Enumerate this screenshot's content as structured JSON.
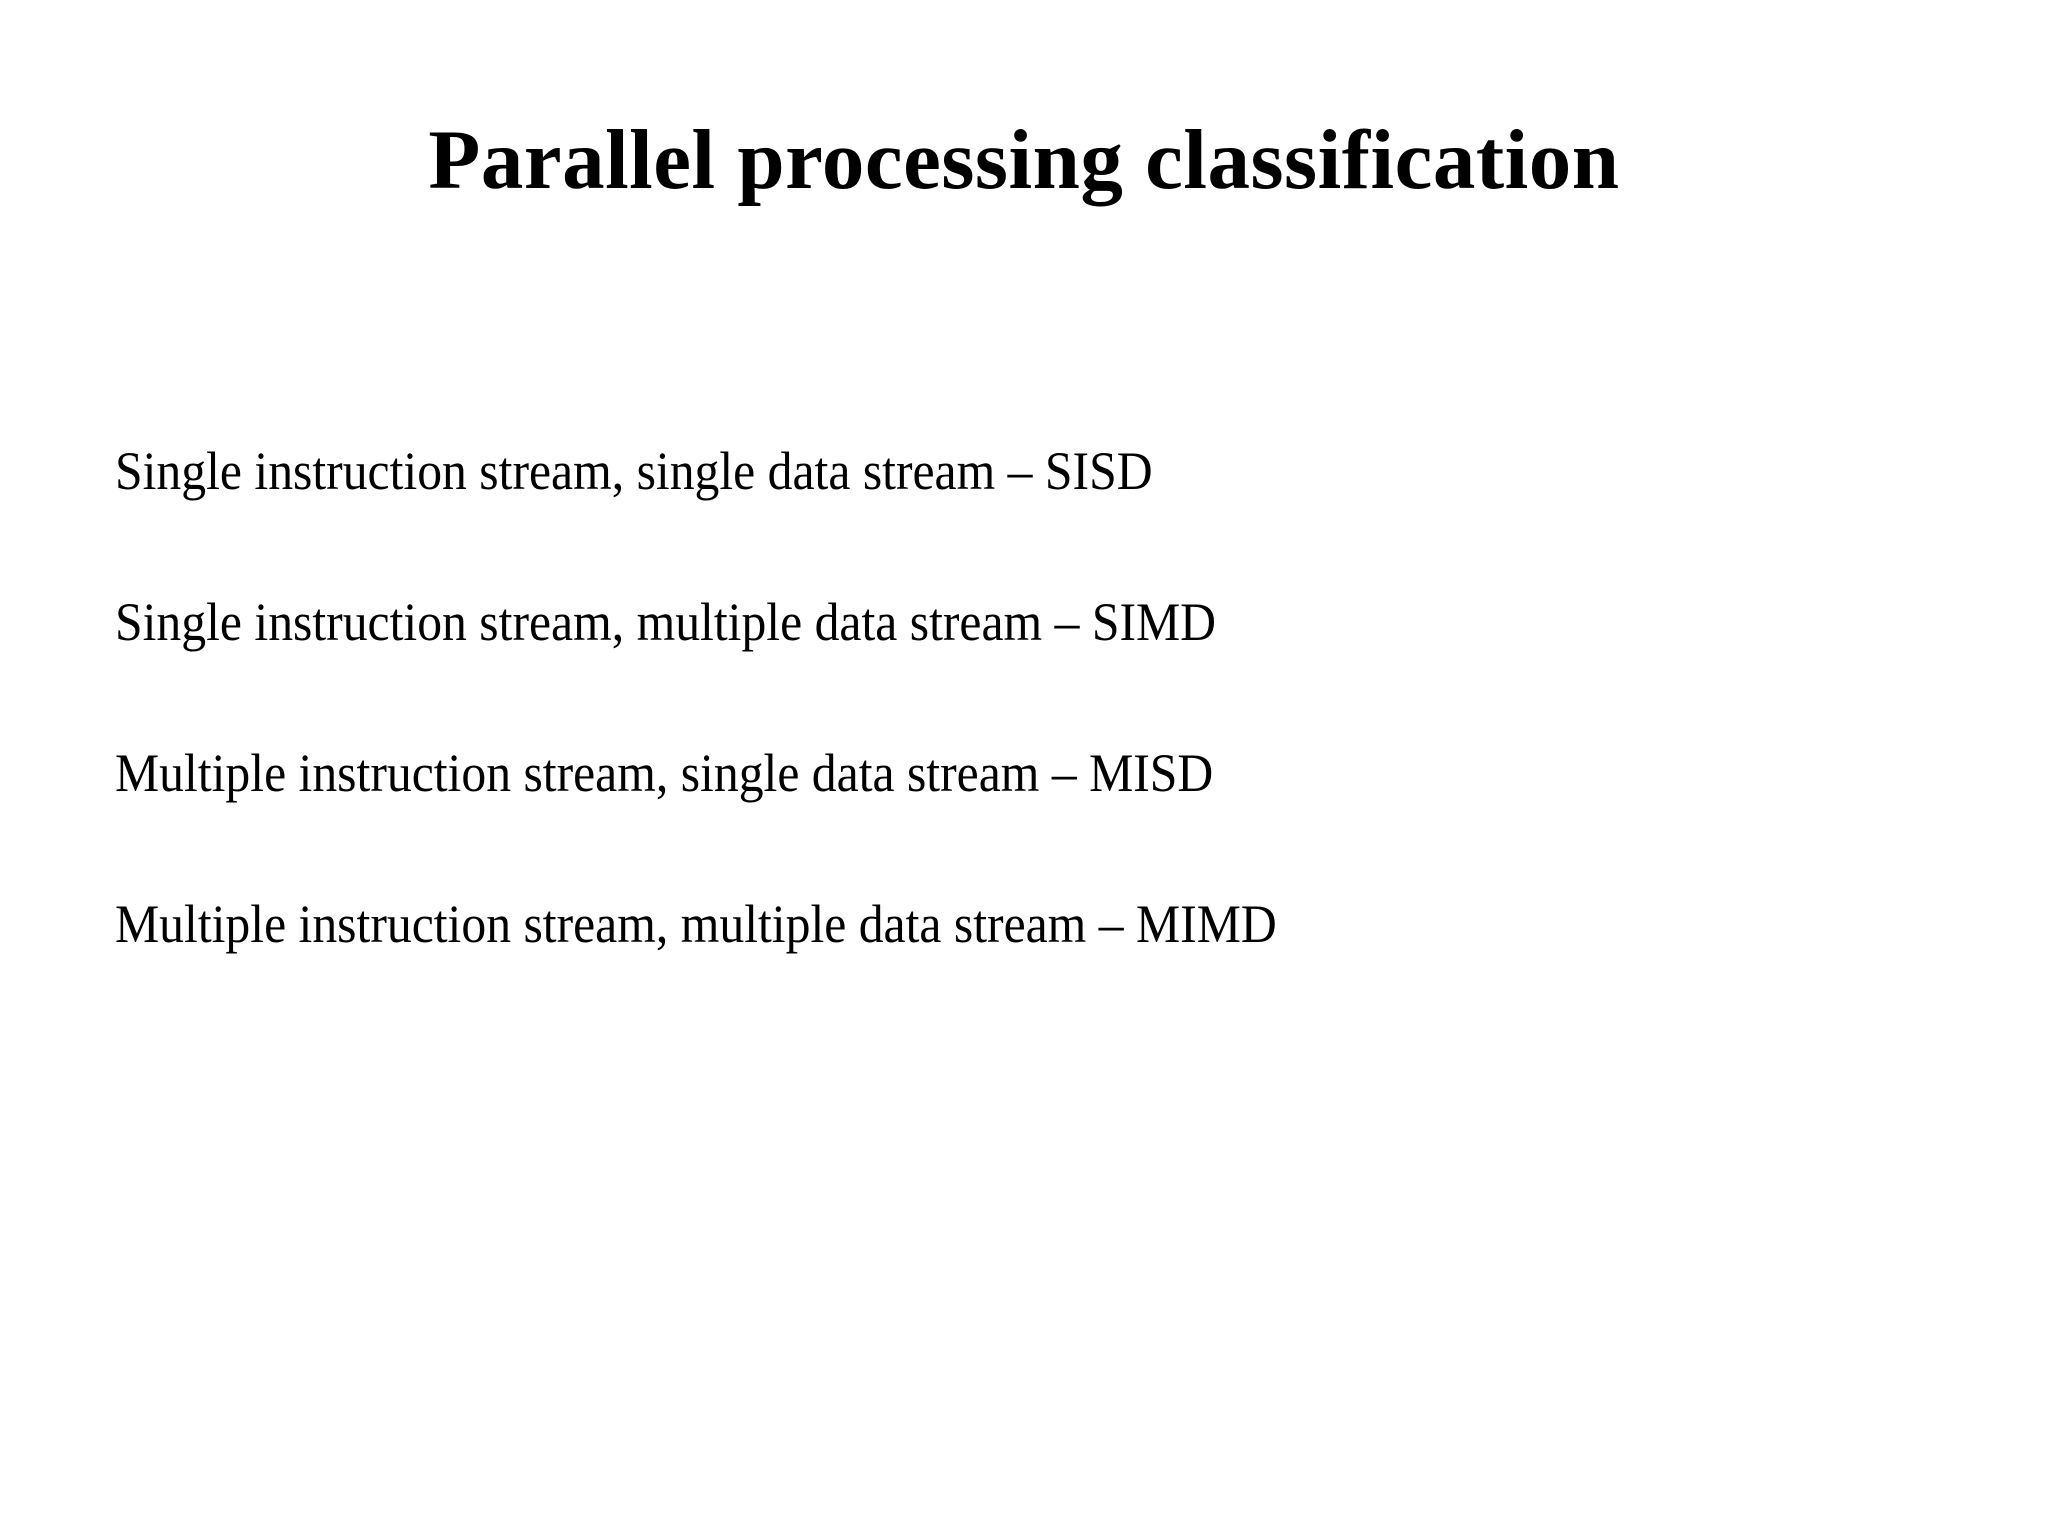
{
  "slide": {
    "background_color": "#ffffff",
    "text_color": "#000000",
    "title": "Parallel processing classification",
    "bullets": [
      {
        "text": "Single instruction stream, single data stream – SISD"
      },
      {
        "text": "Single instruction stream, multiple data stream – SIMD"
      },
      {
        "text": "Multiple instruction stream, single data stream – MISD"
      },
      {
        "text": "Multiple instruction stream, multiple data stream – MIMD"
      }
    ]
  }
}
